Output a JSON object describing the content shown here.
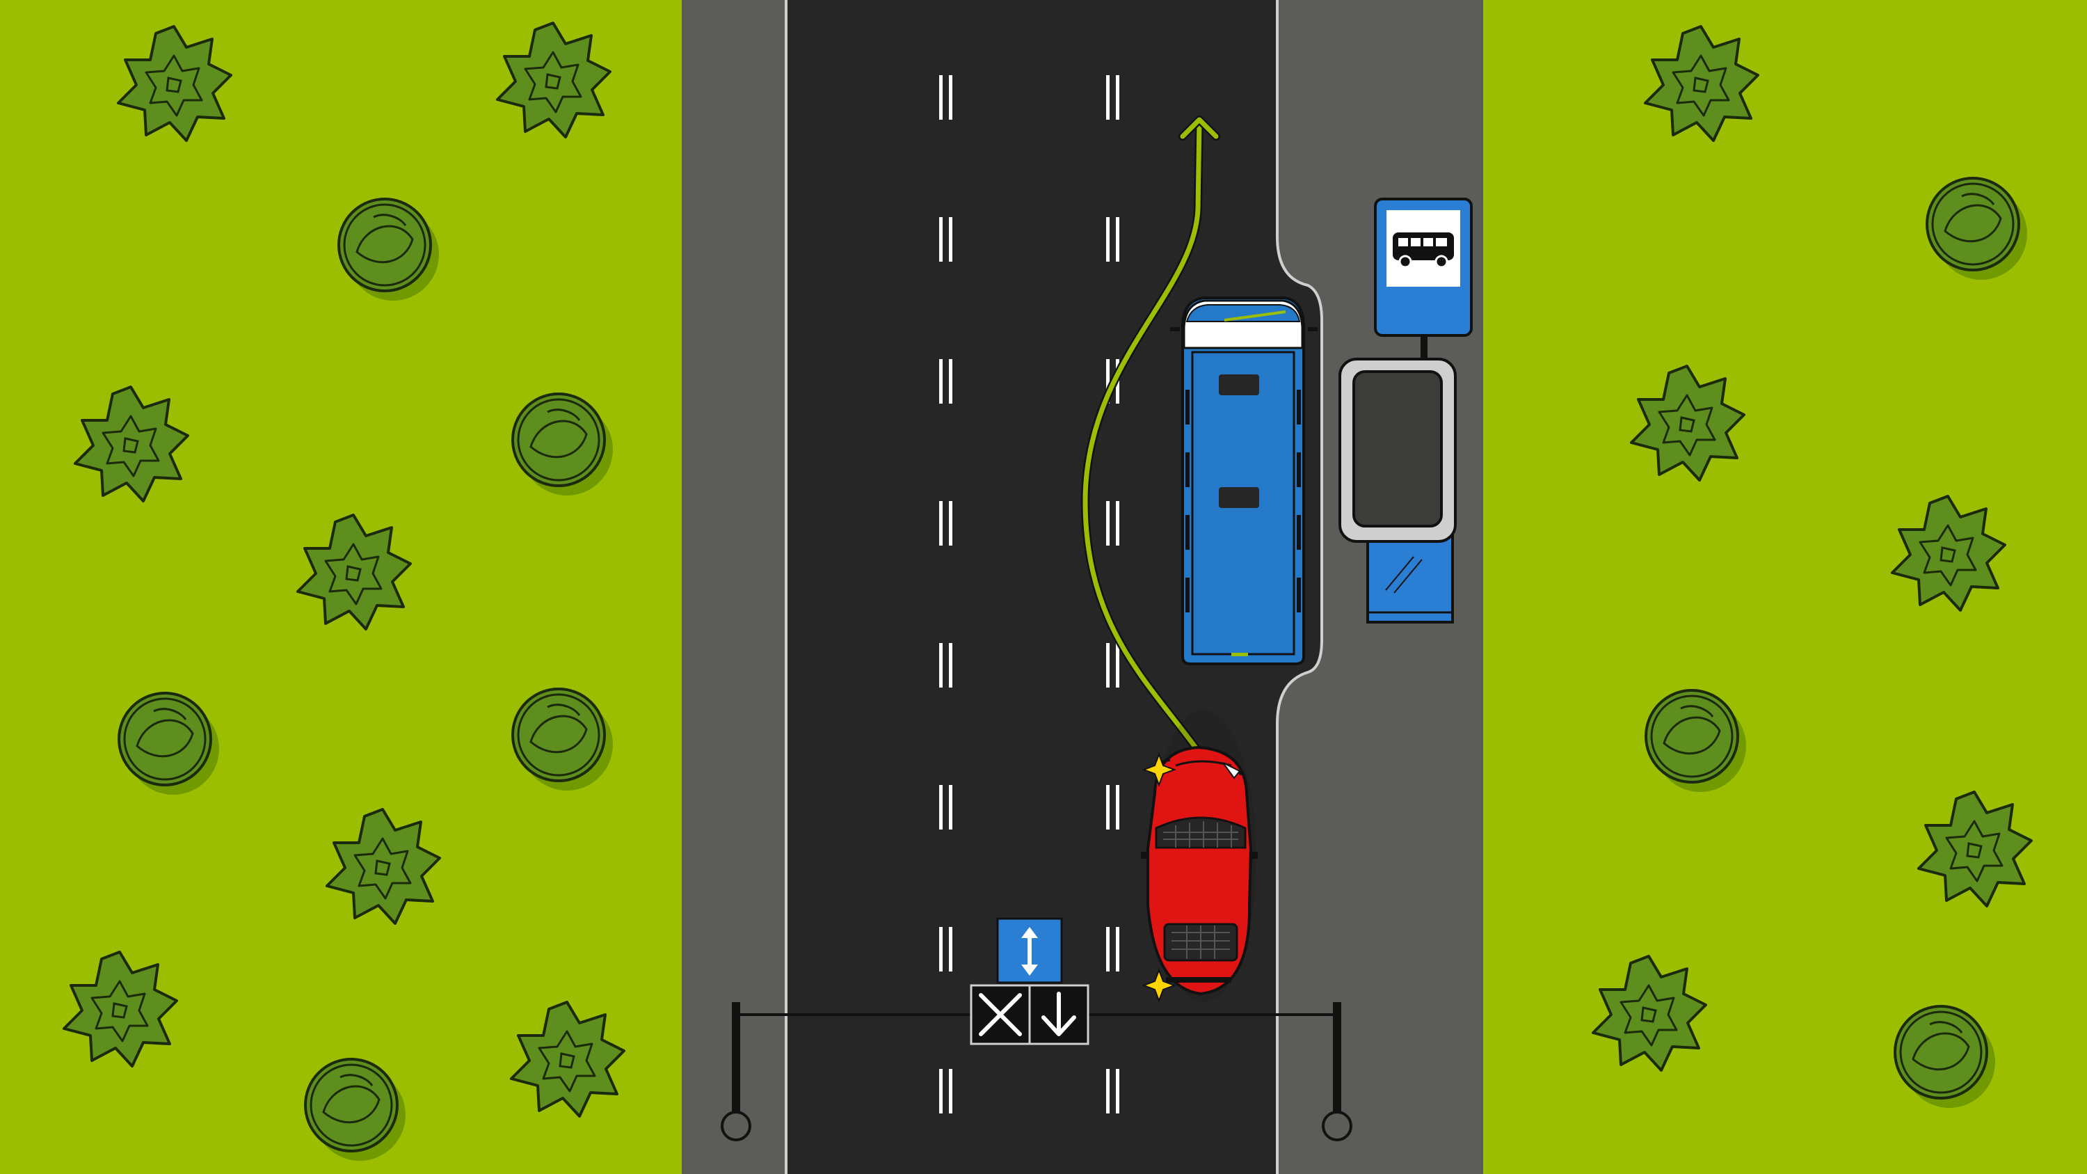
{
  "scene": {
    "colors": {
      "grass": "#9bbf00",
      "sidewalk": "#5c5c59",
      "asphalt": "#262626",
      "lane_marking": "#ffffff",
      "bus": "#2479c9",
      "car": "#e11414",
      "sign_blue": "#2a7fd4",
      "route_arrow": "#9bbf00",
      "tree_green": "#5e8f1e"
    },
    "icons": {
      "bus_stop_sign": "bus-icon",
      "two_way_sign": "up-down-arrow-icon",
      "lane_signal_closed": "x-cross-icon",
      "lane_signal_open": "down-arrow-icon"
    },
    "road": {
      "lanes": 3,
      "bus_bay": true
    },
    "vehicles": [
      {
        "type": "bus",
        "state": "stopped at bus stop"
      },
      {
        "type": "car",
        "state": "hazard lights on, changing lane"
      }
    ]
  }
}
